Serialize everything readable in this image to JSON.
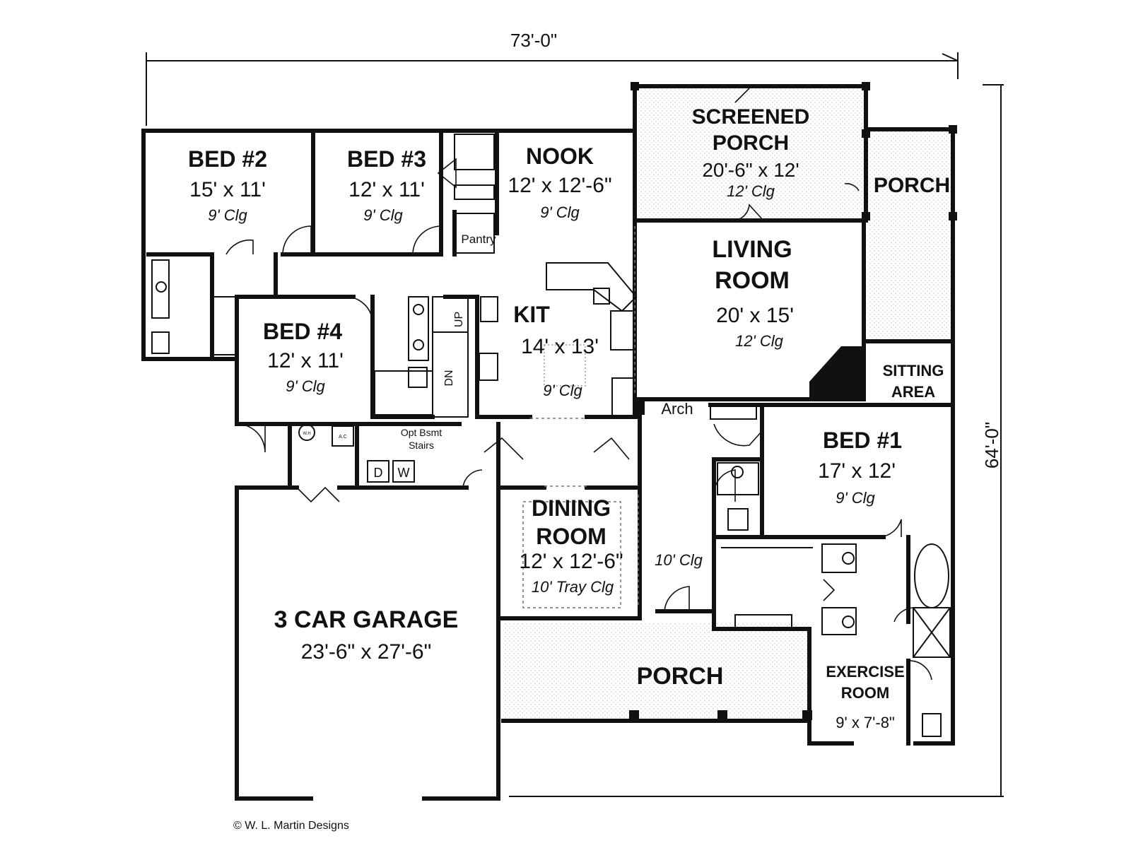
{
  "overall": {
    "width_dim": "73'-0\"",
    "depth_dim": "64'-0\""
  },
  "rooms": {
    "bed2": {
      "name": "BED #2",
      "size": "15' x 11'",
      "clg": "9' Clg"
    },
    "bed3": {
      "name": "BED #3",
      "size": "12' x 11'",
      "clg": "9' Clg"
    },
    "nook": {
      "name": "NOOK",
      "size": "12' x 12'-6\"",
      "clg": "9' Clg"
    },
    "screened_porch": {
      "name1": "SCREENED",
      "name2": "PORCH",
      "size": "20'-6\" x 12'",
      "clg": "12' Clg"
    },
    "side_porch": {
      "name": "PORCH"
    },
    "living": {
      "name1": "LIVING",
      "name2": "ROOM",
      "size": "20' x 15'",
      "clg": "12' Clg"
    },
    "bed4": {
      "name": "BED #4",
      "size": "12' x 11'",
      "clg": "9' Clg"
    },
    "kitchen": {
      "name": "KIT",
      "size": "14' x 13'",
      "clg": "9' Clg"
    },
    "sitting": {
      "name1": "SITTING",
      "name2": "AREA"
    },
    "bed1": {
      "name": "BED #1",
      "size": "17' x 12'",
      "clg": "9' Clg"
    },
    "dining": {
      "name1": "DINING",
      "name2": "ROOM",
      "size": "12' x 12'-6\"",
      "clg": "10' Tray Clg"
    },
    "hall": {
      "clg": "10' Clg"
    },
    "garage": {
      "name": "3 CAR GARAGE",
      "size": "23'-6\" x 27'-6\""
    },
    "front_porch": {
      "name": "PORCH"
    },
    "exercise": {
      "name1": "EXERCISE",
      "name2": "ROOM",
      "size": "9' x 7'-8\""
    }
  },
  "labels": {
    "pantry": "Pantry",
    "arch": "Arch",
    "up": "UP",
    "dn": "DN",
    "opt_bsmt_1": "Opt Bsmt",
    "opt_bsmt_2": "Stairs",
    "dryer": "D",
    "washer": "W",
    "water_heater": "W.H",
    "ac": "A.C"
  },
  "credit": "© W. L. Martin Designs"
}
